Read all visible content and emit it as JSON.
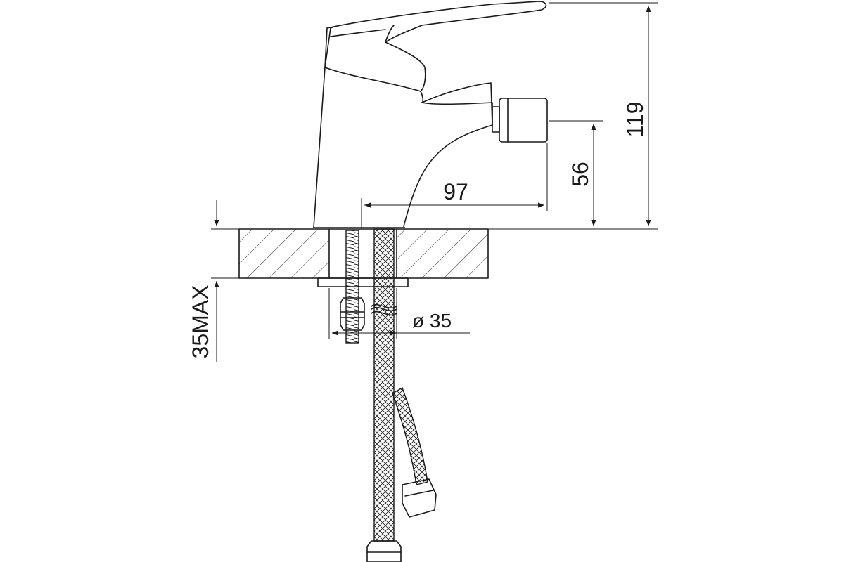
{
  "dimensions": {
    "total_height": "119",
    "spout_height": "56",
    "spout_reach": "97",
    "hole_diameter": "ø 35",
    "max_thickness": "35MAX"
  },
  "colors": {
    "line": "#1a1a1a",
    "background": "#ffffff"
  }
}
